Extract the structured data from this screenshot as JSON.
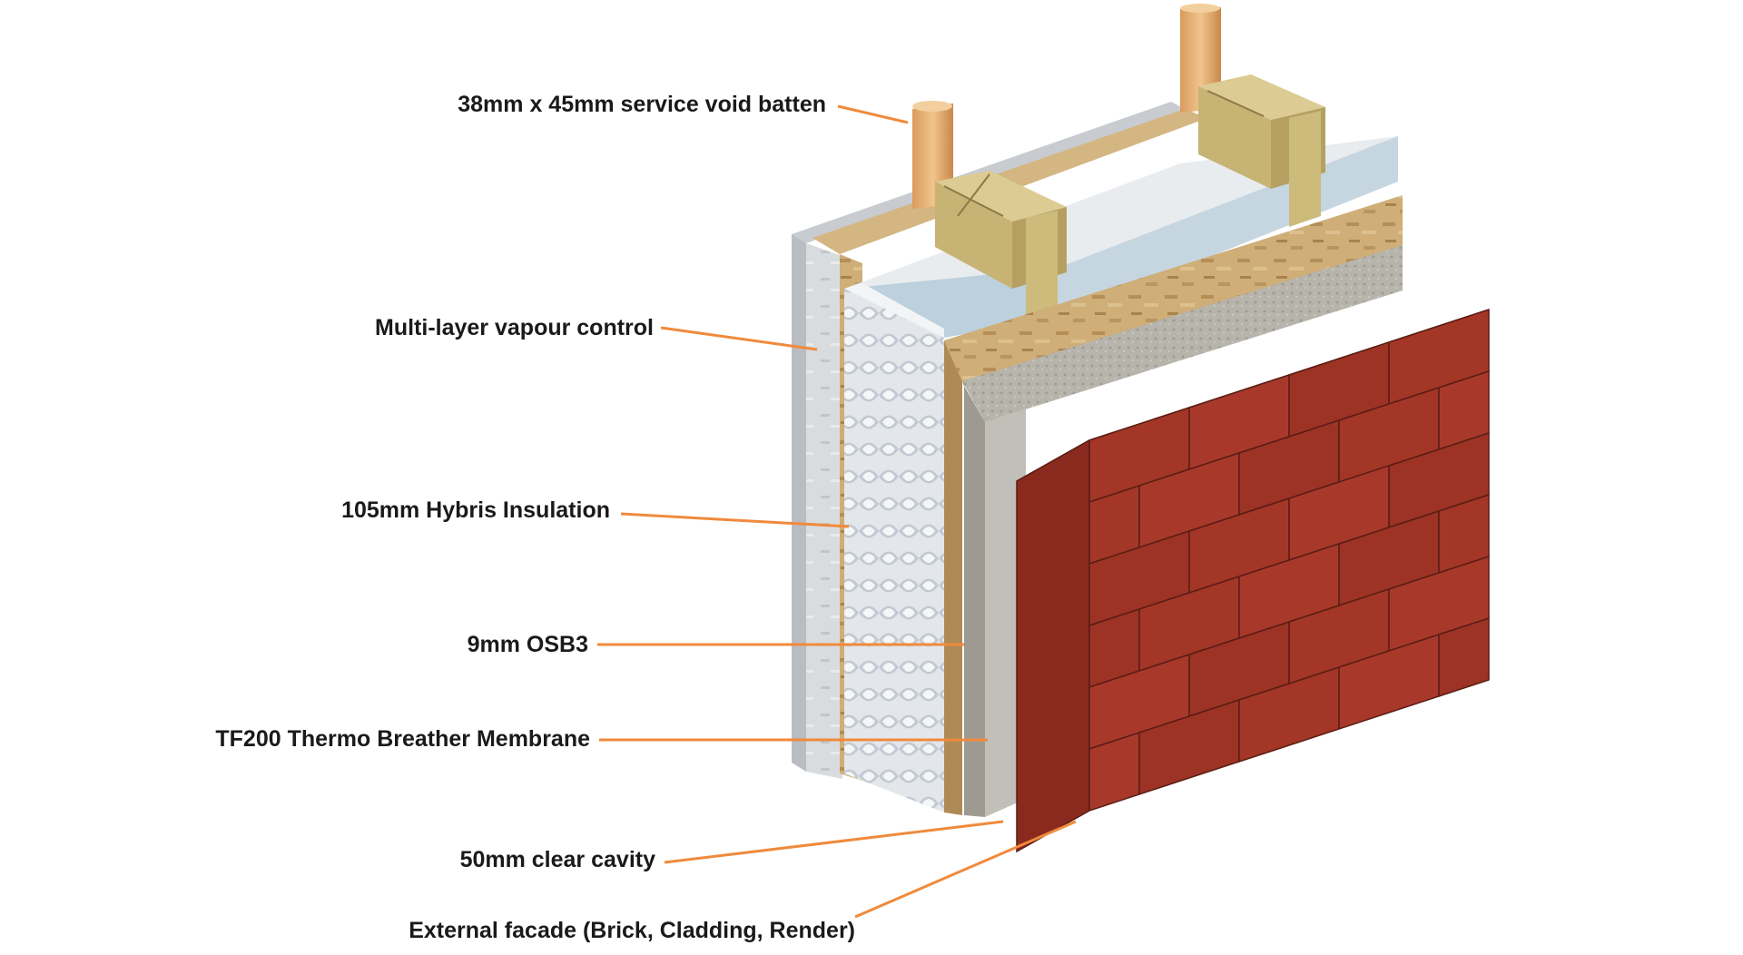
{
  "labels": {
    "batten": "38mm x 45mm  service void batten",
    "vapour": "Multi-layer vapour control",
    "insulation": "105mm Hybris Insulation",
    "osb": "9mm OSB3",
    "membrane": "TF200 Thermo Breather Membrane",
    "cavity": "50mm clear cavity",
    "facade": "External facade (Brick, Cladding, Render)"
  },
  "colors": {
    "leader": "#f08a3c",
    "brick": "#a8392a",
    "brick_top": "#b84a36",
    "brick_side": "#8a2a1e",
    "mortar": "#5a1d14",
    "osb": "#c9a56e",
    "timber": "#d8c88a",
    "insulation": "#dfe3e8",
    "batten": "#e9b87a"
  }
}
